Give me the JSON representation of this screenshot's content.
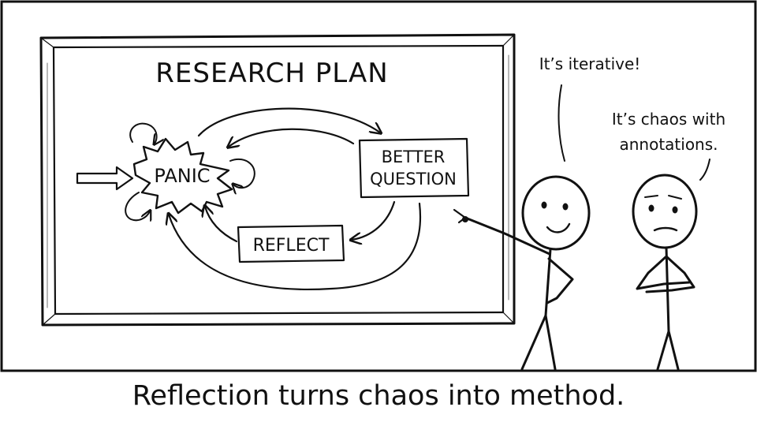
{
  "panel": {
    "board_title": "RESEARCH PLAN",
    "nodes": {
      "panic": "PANIC",
      "better_question_line1": "BETTER",
      "better_question_line2": "QUESTION",
      "reflect": "REFLECT"
    },
    "speech": {
      "left_speaker": "It’s iterative!",
      "right_speaker_line1": "It’s chaos with",
      "right_speaker_line2": "annotations."
    }
  },
  "caption": "Reflection turns chaos into method.",
  "colors": {
    "ink": "#111111",
    "background": "#ffffff"
  }
}
